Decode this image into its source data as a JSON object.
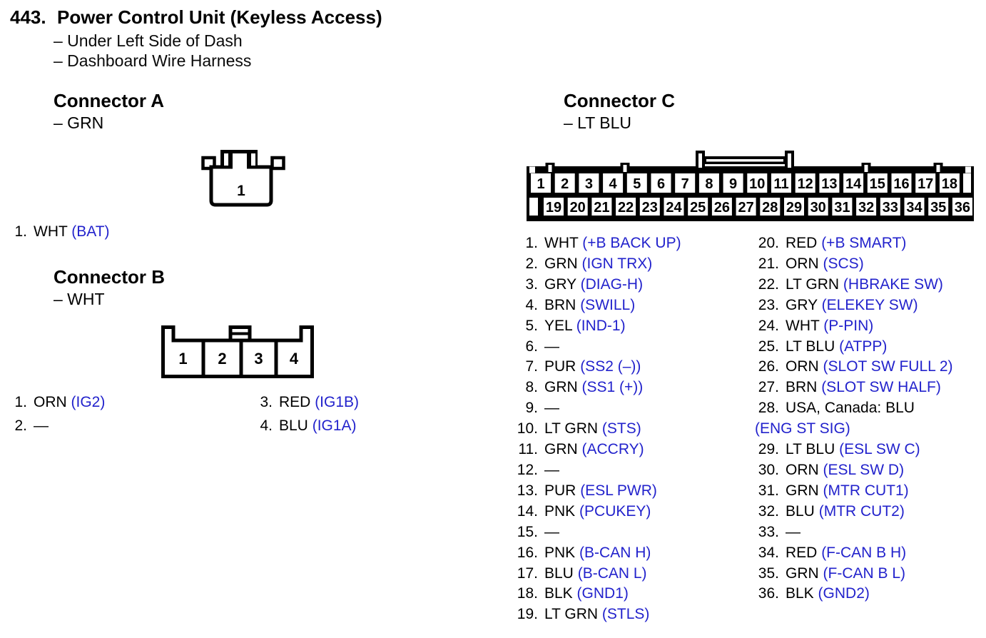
{
  "colors": {
    "accent_blue": "#2222cc",
    "ink": "#000000"
  },
  "page": {
    "number": "443.",
    "title": "Power Control Unit (Keyless Access)",
    "location_lines": [
      "– Under Left Side of Dash",
      "– Dashboard Wire Harness"
    ]
  },
  "connector_a": {
    "title": "Connector A",
    "color_note": "– GRN",
    "diagram": {
      "pin_labels": [
        "1"
      ]
    },
    "pins": [
      {
        "num": "1.",
        "wire": "WHT",
        "signal": "(BAT)"
      }
    ]
  },
  "connector_b": {
    "title": "Connector B",
    "color_note": "– WHT",
    "diagram": {
      "pin_labels": [
        "1",
        "2",
        "3",
        "4"
      ]
    },
    "pins_left": [
      {
        "num": "1.",
        "wire": "ORN",
        "signal": "(IG2)"
      },
      {
        "num": "2.",
        "wire": "—",
        "signal": ""
      }
    ],
    "pins_right": [
      {
        "num": "3.",
        "wire": "RED",
        "signal": "(IG1B)"
      },
      {
        "num": "4.",
        "wire": "BLU",
        "signal": "(IG1A)"
      }
    ]
  },
  "connector_c": {
    "title": "Connector C",
    "color_note": "– LT BLU",
    "diagram": {
      "top_pins": [
        "1",
        "2",
        "3",
        "4",
        "5",
        "6",
        "7",
        "8",
        "9",
        "10",
        "11",
        "12",
        "13",
        "14",
        "15",
        "16",
        "17",
        "18"
      ],
      "bottom_pins": [
        "19",
        "20",
        "21",
        "22",
        "23",
        "24",
        "25",
        "26",
        "27",
        "28",
        "29",
        "30",
        "31",
        "32",
        "33",
        "34",
        "35",
        "36"
      ]
    },
    "pins_left": [
      {
        "num": "1.",
        "wire": "WHT",
        "signal": "(+B BACK UP)"
      },
      {
        "num": "2.",
        "wire": "GRN",
        "signal": "(IGN TRX)"
      },
      {
        "num": "3.",
        "wire": "GRY",
        "signal": "(DIAG-H)"
      },
      {
        "num": "4.",
        "wire": "BRN",
        "signal": "(SWILL)"
      },
      {
        "num": "5.",
        "wire": "YEL",
        "signal": "(IND-1)"
      },
      {
        "num": "6.",
        "wire": "—",
        "signal": ""
      },
      {
        "num": "7.",
        "wire": "PUR",
        "signal": "(SS2 (–))"
      },
      {
        "num": "8.",
        "wire": "GRN",
        "signal": "(SS1 (+))"
      },
      {
        "num": "9.",
        "wire": "—",
        "signal": ""
      },
      {
        "num": "10.",
        "wire": "LT GRN",
        "signal": "(STS)"
      },
      {
        "num": "11.",
        "wire": "GRN",
        "signal": "(ACCRY)"
      },
      {
        "num": "12.",
        "wire": "—",
        "signal": ""
      },
      {
        "num": "13.",
        "wire": "PUR",
        "signal": "(ESL PWR)"
      },
      {
        "num": "14.",
        "wire": "PNK",
        "signal": "(PCUKEY)"
      },
      {
        "num": "15.",
        "wire": "—",
        "signal": ""
      },
      {
        "num": "16.",
        "wire": "PNK",
        "signal": "(B-CAN H)"
      },
      {
        "num": "17.",
        "wire": "BLU",
        "signal": "(B-CAN L)"
      },
      {
        "num": "18.",
        "wire": "BLK",
        "signal": "(GND1)"
      },
      {
        "num": "19.",
        "wire": "LT GRN",
        "signal": "(STLS)"
      }
    ],
    "pins_right": [
      {
        "num": "20.",
        "wire": "RED",
        "signal": "(+B SMART)"
      },
      {
        "num": "21.",
        "wire": "ORN",
        "signal": "(SCS)"
      },
      {
        "num": "22.",
        "wire": "LT GRN",
        "signal": "(HBRAKE SW)"
      },
      {
        "num": "23.",
        "wire": "GRY",
        "signal": "(ELEKEY SW)"
      },
      {
        "num": "24.",
        "wire": "WHT",
        "signal": "(P-PIN)"
      },
      {
        "num": "25.",
        "wire": "LT BLU",
        "signal": "(ATPP)"
      },
      {
        "num": "26.",
        "wire": "ORN",
        "signal": "(SLOT SW FULL 2)"
      },
      {
        "num": "27.",
        "wire": "BRN",
        "signal": "(SLOT SW HALF)"
      },
      {
        "num": "28.",
        "wire": "USA, Canada: BLU",
        "signal": "",
        "signal2": "(ENG ST SIG)"
      },
      {
        "num": "29.",
        "wire": "LT BLU",
        "signal": "(ESL SW C)"
      },
      {
        "num": "30.",
        "wire": "ORN",
        "signal": "(ESL SW D)"
      },
      {
        "num": "31.",
        "wire": "GRN",
        "signal": "(MTR CUT1)"
      },
      {
        "num": "32.",
        "wire": "BLU",
        "signal": "(MTR CUT2)"
      },
      {
        "num": "33.",
        "wire": "—",
        "signal": ""
      },
      {
        "num": "34.",
        "wire": "RED",
        "signal": "(F-CAN B H)"
      },
      {
        "num": "35.",
        "wire": "GRN",
        "signal": "(F-CAN B L)"
      },
      {
        "num": "36.",
        "wire": "BLK",
        "signal": "(GND2)"
      }
    ]
  }
}
